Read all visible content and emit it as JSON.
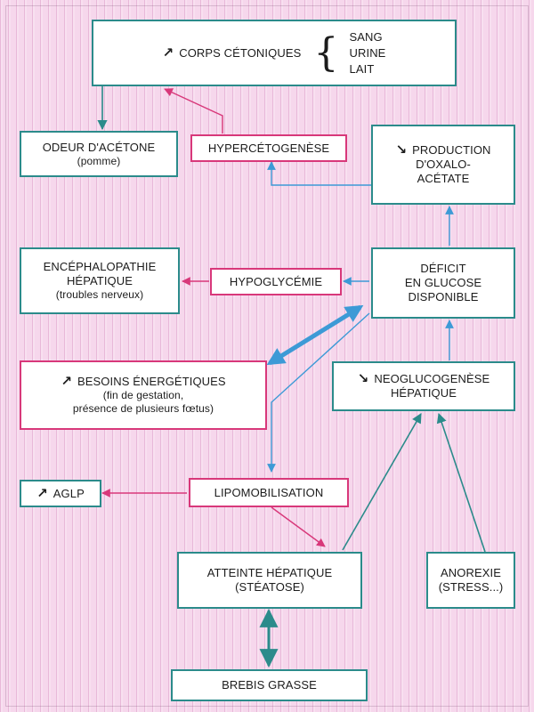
{
  "colors": {
    "background": "#f6d7ec",
    "teal": "#2b8b8b",
    "blue": "#3d9ad6",
    "pink": "#d8387a"
  },
  "nodes": {
    "corps": {
      "icon": "up-arrow-icon",
      "label": "CORPS CÉTONIQUES",
      "sources": [
        "SANG",
        "URINE",
        "LAIT"
      ]
    },
    "odeur": {
      "line1": "ODEUR D'ACÉTONE",
      "line2": "(pomme)"
    },
    "hypercetogenese": {
      "label": "HYPERCÉTOGENÈSE"
    },
    "production": {
      "icon": "down-arrow-icon",
      "line1": "PRODUCTION",
      "line2": "D'OXALO-",
      "line3": "ACÉTATE"
    },
    "encephalopathie": {
      "line1": "ENCÉPHALOPATHIE",
      "line2": "HÉPATIQUE",
      "line3": "(troubles nerveux)"
    },
    "hypoglycemie": {
      "label": "HYPOGLYCÉMIE"
    },
    "deficit": {
      "line1": "DÉFICIT",
      "line2": "EN GLUCOSE",
      "line3": "DISPONIBLE"
    },
    "besoins": {
      "icon": "up-arrow-icon",
      "line1": "BESOINS ÉNERGÉTIQUES",
      "line2": "(fin de gestation,",
      "line3": "présence de plusieurs fœtus)"
    },
    "neoglucogenese": {
      "icon": "down-arrow-icon",
      "line1": "NEOGLUCOGENÈSE",
      "line2": "HÉPATIQUE"
    },
    "aglp": {
      "icon": "up-arrow-icon",
      "label": "AGLP"
    },
    "lipomobilisation": {
      "label": "LIPOMOBILISATION"
    },
    "atteinte": {
      "line1": "ATTEINTE HÉPATIQUE",
      "line2": "(STÉATOSE)"
    },
    "anorexie": {
      "line1": "ANOREXIE",
      "line2": "(STRESS...)"
    },
    "brebis": {
      "label": "BREBIS GRASSE"
    }
  }
}
